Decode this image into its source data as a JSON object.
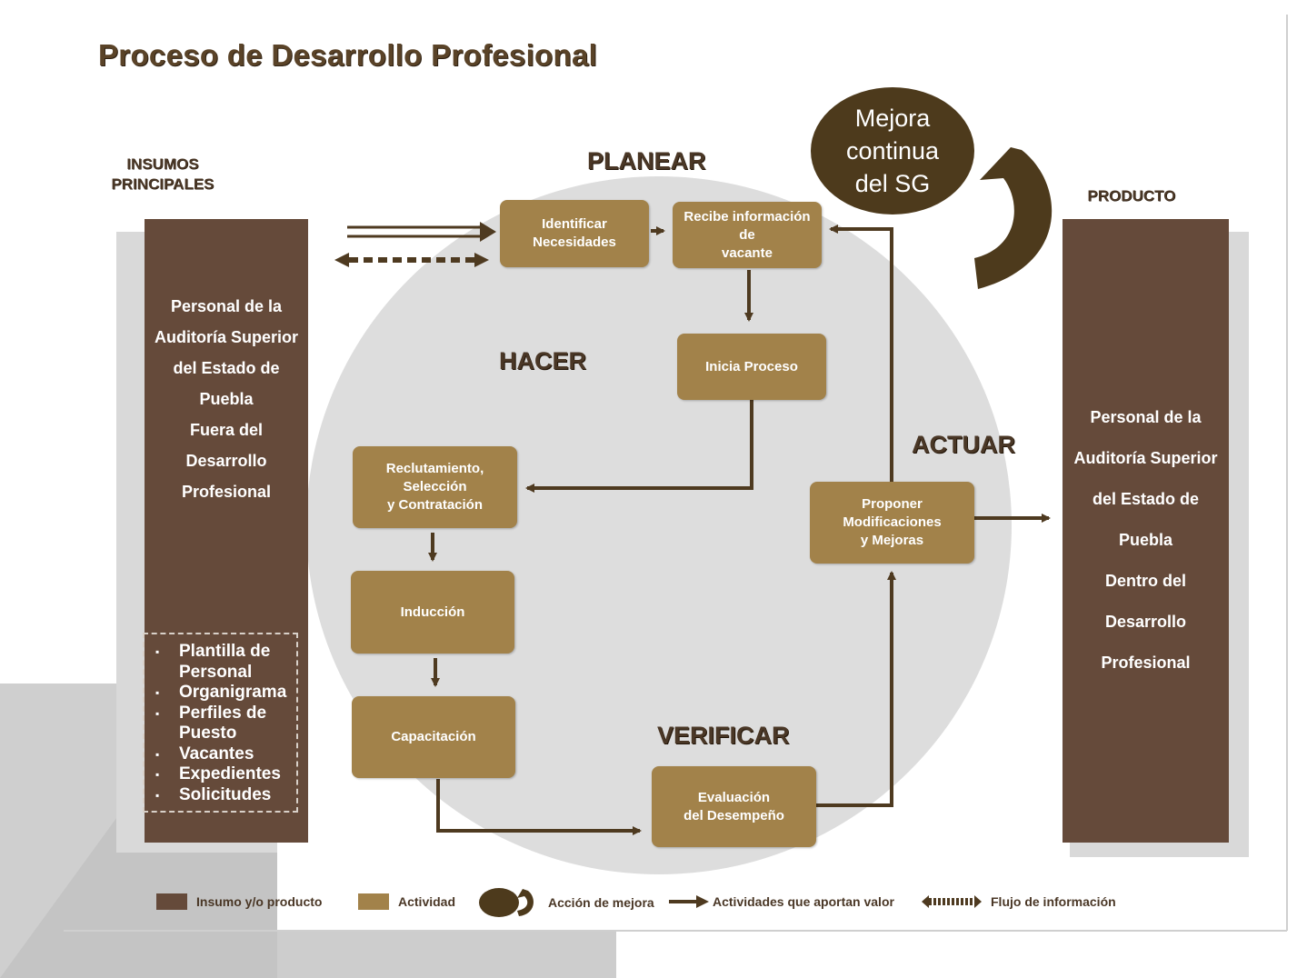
{
  "title": "Proceso de Desarrollo Profesional",
  "headers": {
    "inputs": "INSUMOS\nPRINCIPALES",
    "product": "PRODUCTO"
  },
  "phases": {
    "plan": "PLANEAR",
    "do": "HACER",
    "act": "ACTUAR",
    "check": "VERIFICAR"
  },
  "input_column": {
    "text": "Personal de la\nAuditoría Superior\ndel Estado de\nPuebla\nFuera del\nDesarrollo\nProfesional",
    "items": [
      "Plantilla de Personal",
      "Organigrama",
      "Perfiles de Puesto",
      "Vacantes",
      "Expedientes",
      "Solicitudes"
    ]
  },
  "product_column": {
    "text": "Personal de la\nAuditoría Superior\ndel Estado de\nPuebla\nDentro del\nDesarrollo\nProfesional"
  },
  "activities": {
    "identificar": "Identificar\nNecesidades",
    "recibe": "Recibe información\nde\nvacante",
    "inicia": "Inicia Proceso",
    "reclutamiento": "Reclutamiento,\nSelección\ny Contratación",
    "induccion": "Inducción",
    "capacitacion": "Capacitación",
    "evaluacion": "Evaluación\ndel Desempeño",
    "proponer": "Proponer\nModificaciones\ny Mejoras"
  },
  "mejora": "Mejora\ncontinua\ndel SG",
  "legend": {
    "insumo": "Insumo y/o producto",
    "actividad": "Actividad",
    "accion": "Acción de mejora",
    "valor": "Actividades que aportan valor",
    "flujo": "Flujo de información"
  },
  "colors": {
    "insumo_brown": "#654a3a",
    "activity_gold": "#a2824a",
    "mejora_dark": "#4d3a1c",
    "arrow": "#4e3a20",
    "ellipse": "#dddddd"
  }
}
